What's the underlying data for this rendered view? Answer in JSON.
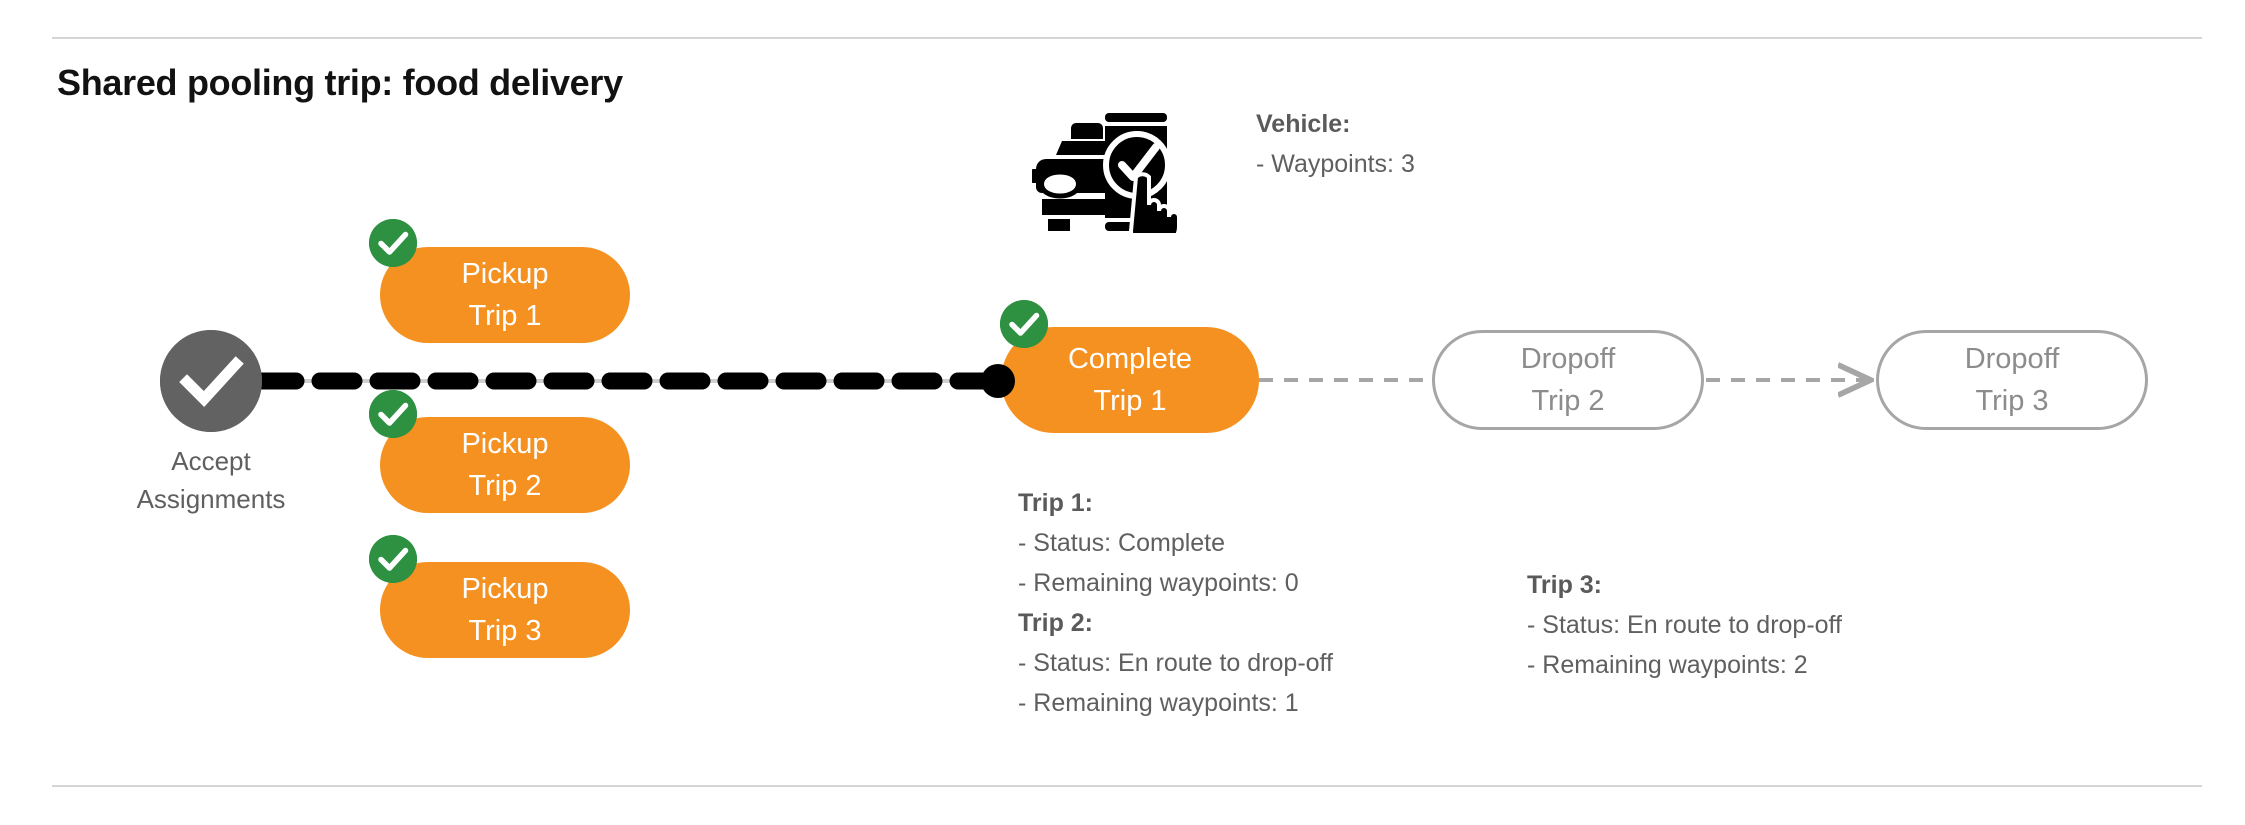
{
  "page": {
    "title": "Shared pooling trip: food delivery"
  },
  "colors": {
    "orange": "#F59120",
    "green": "#2E9141",
    "gray_node": "#626262",
    "outline_gray": "#a6a6a6",
    "text_gray": "#5f5f5f",
    "divider": "#d5d5d5",
    "black": "#000000"
  },
  "flow": {
    "start_node": {
      "icon": "check-circle-icon",
      "label_line1": "Accept",
      "label_line2": "Assignments"
    },
    "pickups": [
      {
        "line1": "Pickup",
        "line2": "Trip 1",
        "completed": true
      },
      {
        "line1": "Pickup",
        "line2": "Trip 2",
        "completed": true
      },
      {
        "line1": "Pickup",
        "line2": "Trip 3",
        "completed": true
      }
    ],
    "complete_node": {
      "line1": "Complete",
      "line2": "Trip 1",
      "completed": true
    },
    "dropoffs": [
      {
        "line1": "Dropoff",
        "line2": "Trip 2"
      },
      {
        "line1": "Dropoff",
        "line2": "Trip 3"
      }
    ]
  },
  "vehicle": {
    "icon": "car-phone-check-icon",
    "heading": "Vehicle:",
    "waypoints": "- Waypoints: 3"
  },
  "trips": [
    {
      "heading": "Trip 1:",
      "status": "- Status:  Complete",
      "remaining": "- Remaining waypoints: 0"
    },
    {
      "heading": "Trip 2:",
      "status": "- Status:  En route to drop-off",
      "remaining": "- Remaining waypoints: 1"
    },
    {
      "heading": "Trip 3:",
      "status": "- Status:  En route to drop-off",
      "remaining": "- Remaining waypoints: 2"
    }
  ]
}
